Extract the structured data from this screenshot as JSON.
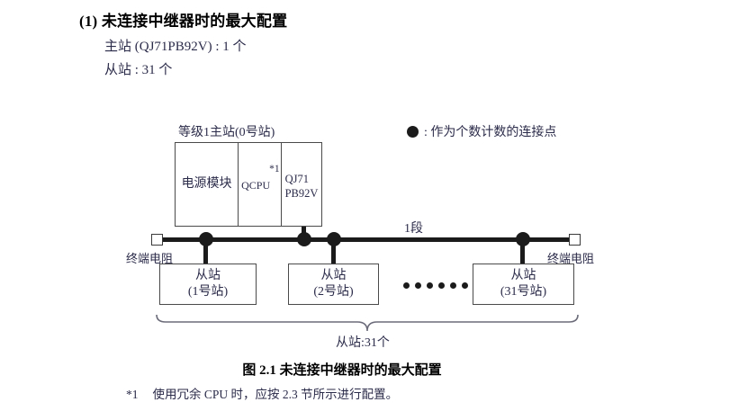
{
  "heading": {
    "number": "(1)",
    "title": "(1) 未连接中继器时的最大配置",
    "lines": [
      "主站 (QJ71PB92V) : 1 个",
      "从站 : 31 个"
    ]
  },
  "legend": {
    "symbol": "filled-circle",
    "text": ": 作为个数计数的连接点"
  },
  "diagram": {
    "master": {
      "caption": "等级1主站(0号站)",
      "cells": [
        {
          "label": "电源模块",
          "note": ""
        },
        {
          "label": "QCPU",
          "note": "*1"
        },
        {
          "label": "QJ71\nPB92V",
          "note": ""
        }
      ],
      "cell_power_label": "电源模块",
      "cell_cpu_label": "QCPU",
      "cell_cpu_note": "*1",
      "cell_net_label": "QJ71 PB92V",
      "cell_net_line1": "QJ71",
      "cell_net_line2": "PB92V"
    },
    "bus": {
      "segment_label": "1段",
      "terminator_left_label": "终端电阻",
      "terminator_right_label": "终端电阻",
      "node_count": 4
    },
    "slaves": [
      {
        "title": "从站",
        "station": "(1号站)"
      },
      {
        "title": "从站",
        "station": "(2号站)"
      },
      {
        "title": "从站",
        "station": "(31号站)"
      }
    ],
    "ellipsis_dot_count": 6,
    "brace_label": "从站:31个"
  },
  "figure": {
    "caption": "图 2.1  未连接中继器时的最大配置"
  },
  "footnote": {
    "mark": "*1",
    "text": "使用冗余 CPU 时，应按 2.3 节所示进行配置。"
  },
  "colors": {
    "ink": "#2b2b4a",
    "black": "#1b1b1b",
    "box_border": "#4a4a4a"
  }
}
